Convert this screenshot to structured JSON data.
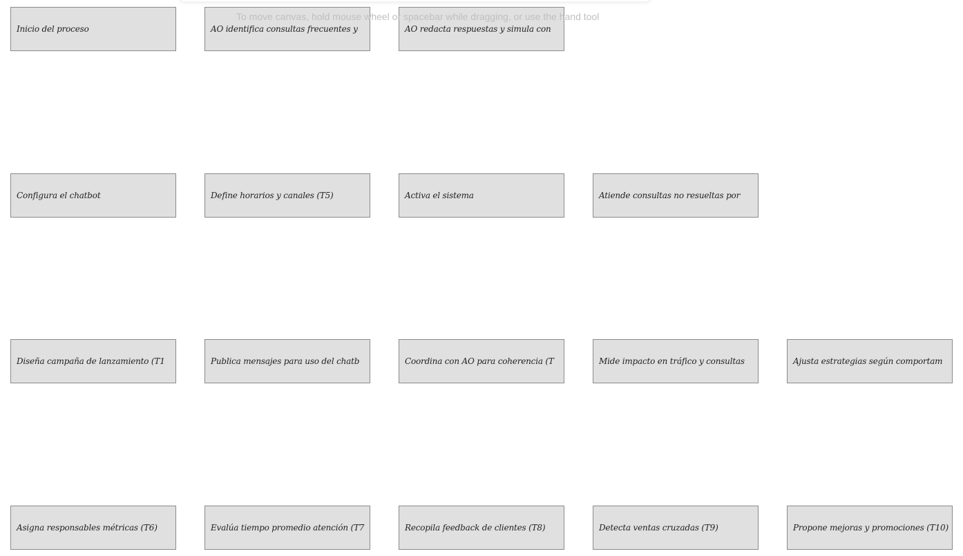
{
  "canvas": {
    "hint": "To move canvas, hold mouse wheel or spacebar while dragging, or use the hand tool"
  },
  "nodes": {
    "row1": [
      "Inicio del proceso",
      "AO identifica consultas frecuentes y",
      "AO redacta respuestas y simula con"
    ],
    "row2": [
      "Configura el chatbot",
      "Define horarios y canales (T5)",
      "Activa el sistema",
      "Atiende consultas no resueltas por"
    ],
    "row3": [
      "Diseña campaña de lanzamiento (T1",
      "Publica mensajes para uso del chatb",
      "Coordina con AO para coherencia (T",
      "Mide impacto en tráfico y consultas",
      "Ajusta estrategias según comportam"
    ],
    "row4": [
      "Asigna responsables métricas (T6)",
      "Evalúa tiempo promedio atención (T7",
      "Recopila feedback de clientes (T8)",
      "Detecta ventas cruzadas (T9)",
      "Propone mejoras y promociones (T10)"
    ]
  },
  "colors": {
    "node_fill": "#e0e0e0",
    "node_border": "#8a8a8a",
    "hint_text": "#bfbfbf",
    "canvas_bg": "#ffffff"
  }
}
